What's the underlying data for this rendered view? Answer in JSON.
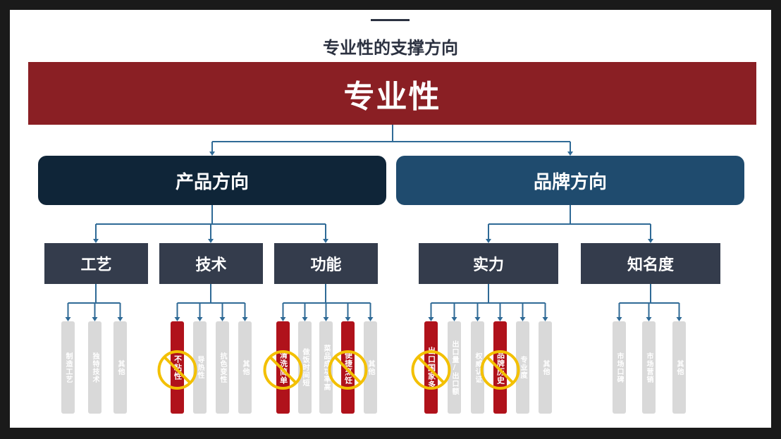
{
  "slide": {
    "subtitle": "专业性的支撑方向",
    "banner": "专业性"
  },
  "categories": {
    "product": "产品方向",
    "brand": "品牌方向"
  },
  "subcategories": [
    "工艺",
    "技术",
    "功能",
    "实力",
    "知名度"
  ],
  "leaves": [
    {
      "text": "制造工艺",
      "highlight": false
    },
    {
      "text": "独特技术",
      "highlight": false
    },
    {
      "text": "其他",
      "highlight": false
    },
    {
      "text": "不粘性",
      "highlight": true
    },
    {
      "text": "导热性",
      "highlight": false
    },
    {
      "text": "抗色变性",
      "highlight": false
    },
    {
      "text": "其他",
      "highlight": false
    },
    {
      "text": "清洗简单",
      "highlight": true
    },
    {
      "text": "做饭时间短",
      "highlight": false
    },
    {
      "text": "菜品成功率高",
      "highlight": false
    },
    {
      "text": "便捷烹饪",
      "highlight": true
    },
    {
      "text": "其他",
      "highlight": false
    },
    {
      "text": "出口国家多",
      "highlight": true
    },
    {
      "text": "出口量/出口额",
      "highlight": false
    },
    {
      "text": "权威认证",
      "highlight": false
    },
    {
      "text": "品牌历史",
      "highlight": true
    },
    {
      "text": "专业度",
      "highlight": false
    },
    {
      "text": "其他",
      "highlight": false
    },
    {
      "text": "市场口碑",
      "highlight": false
    },
    {
      "text": "市场营销",
      "highlight": false
    },
    {
      "text": "其他",
      "highlight": false
    }
  ],
  "colors": {
    "banner": "#8a1f24",
    "product": "#0f2538",
    "brand": "#1f4b6e",
    "sub": "#343c4c",
    "leaf": "#d9d9d9",
    "highlight": "#b0121b",
    "connector": "#2f6a96",
    "ban_sign": "#f3c000"
  }
}
